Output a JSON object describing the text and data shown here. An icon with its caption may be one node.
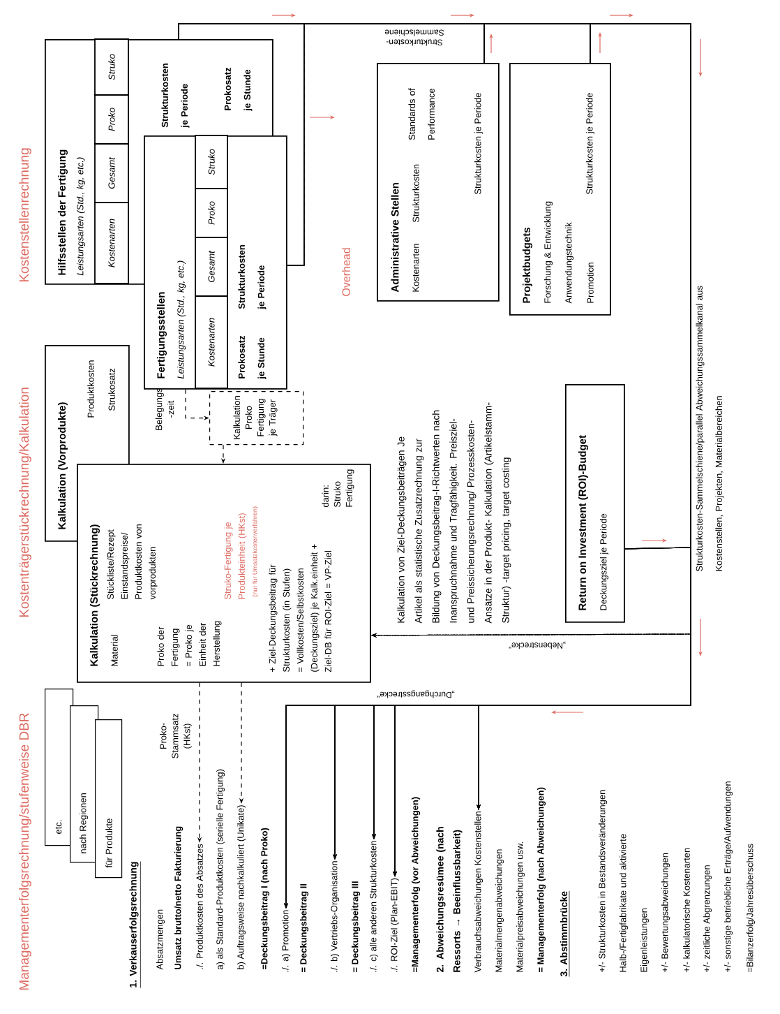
{
  "diagram": {
    "nodes": [
      {
        "text": [
          "Hilfsstellen der Fertigung",
          "Leistungsarten (Std., kg, etc.)",
          "Strukturkosten je Periode",
          "Prokosatz je Stunde"
        ]
      },
      {
        "text": [
          "Kostenarten"
        ],
        "in": 0
      },
      {
        "text": [
          "Gesamt"
        ],
        "in": 0
      },
      {
        "text": [
          "Proko"
        ],
        "in": 0
      },
      {
        "text": [
          "Struko"
        ],
        "in": 0
      },
      {
        "text": [
          "Fertigungsstellen",
          "Leistungsarten (Std., kg, etc.)",
          "Prokosatz je Stunde",
          "Strukturkosten je Periode"
        ]
      },
      {
        "text": [
          "Kostenarten"
        ],
        "in": 5
      },
      {
        "text": [
          "Gesamt"
        ],
        "in": 5
      },
      {
        "text": [
          "Proko"
        ]
      },
      {
        "text": [
          "Struko"
        ]
      },
      {
        "text": [
          "Kalkulation (Vorprodukte)",
          "Produktkosten",
          "Strukosatz"
        ]
      },
      {
        "text": [
          "Kalkulation Proko Fertigung je Träger"
        ]
      },
      {
        "text": [
          "Kalkulation (Stückrechnung)",
          "Material",
          "Stückliste/Rezept Einstandspreise/ Produktkosten von vorprodukten",
          "Proko der Fertigung = Proko je Einheit der Herstellung",
          "Struko-Fertigung je Produkteinheit (HKst)",
          "(nur für Umsatzkostenverfahren)",
          "+ Ziel-Deckungsbeitrag für Strukturkosten (in Stufen) = Vollkosten/Selbstkosten (Deckungsziel) je Kalk.einheit + Ziel-DB für ROI-Ziel = VP-Ziel",
          "darin: Struko Fertigung"
        ]
      },
      {
        "text": [
          "Administrative Stellen",
          "Kostenarten",
          "Strukturkosten",
          "Standards of Performance",
          "Strukturkosten je Periode"
        ]
      },
      {
        "text": [
          "Projektbudgets",
          "Forschung & Entwicklung",
          "Anwendungstechnik",
          "Promotion",
          "Strukturkosten je Periode"
        ]
      },
      {
        "text": [
          "Return on Investment (ROI)-Budget",
          "Deckungsziel je Periode"
        ]
      },
      {
        "text": [
          "etc."
        ]
      },
      {
        "text": [
          "nach Regionen"
        ]
      },
      {
        "text": [
          "für Produkte"
        ]
      },
      {
        "text": [
          "./. Produktkosten des Absatzes"
        ]
      },
      {
        "text": [
          "b) Auftragsweise nachkalkuliert (Unikate)"
        ]
      },
      {
        "text": [
          "./. a) Promotion"
        ]
      },
      {
        "text": [
          "./. b) Vertriebs-Organisation"
        ]
      },
      {
        "text": [
          "./. c) alle anderen Strukturkosten"
        ]
      },
      {
        "text": [
          "./. ROI-Ziel (Plan-EBIT)"
        ]
      },
      {
        "text": [
          "Verbrauchsabweichungen Kostenstellen"
        ]
      }
    ],
    "edges": [
      {
        "from": 5,
        "to": 11,
        "arrow": "to",
        "style": "dashed",
        "label": "Belegungs -zeit"
      },
      {
        "from": 11,
        "to": 12,
        "arrow": "to",
        "style": "dashed"
      },
      {
        "from": 12,
        "to": 19,
        "arrow": "to",
        "style": "dashed",
        "label": "Proko- Stammsatz (HKst)"
      },
      {
        "from": 12,
        "to": 20,
        "arrow": "to",
        "style": "dashed"
      },
      {
        "from": 0,
        "to": 21,
        "arrow": "to",
        "label": "„Durchgangsstrecke“"
      },
      {
        "from": 0,
        "to": 22,
        "arrow": "to"
      },
      {
        "from": 0,
        "to": 23,
        "arrow": "to"
      },
      {
        "from": 0,
        "to": 24,
        "arrow": "to"
      },
      {
        "from": 0,
        "to": 25,
        "arrow": "to"
      },
      {
        "from": 0,
        "to": 12,
        "arrow": "to",
        "style": "dashed",
        "label": "„Nebenstrecke“"
      },
      {
        "from": 5,
        "to": 21,
        "arrow": "to"
      },
      {
        "from": 5,
        "to": 22,
        "arrow": "to"
      },
      {
        "from": 5,
        "to": 23,
        "arrow": "to"
      },
      {
        "from": 5,
        "to": 24,
        "arrow": "to"
      },
      {
        "from": 5,
        "to": 25,
        "arrow": "to"
      },
      {
        "from": 5,
        "to": 12,
        "arrow": "to",
        "style": "dashed"
      },
      {
        "from": 13,
        "to": 21,
        "arrow": "to"
      },
      {
        "from": 13,
        "to": 22,
        "arrow": "to"
      },
      {
        "from": 13,
        "to": 23,
        "arrow": "to"
      },
      {
        "from": 13,
        "to": 24,
        "arrow": "to"
      },
      {
        "from": 13,
        "to": 25,
        "arrow": "to"
      },
      {
        "from": 13,
        "to": 12,
        "arrow": "to",
        "style": "dashed"
      },
      {
        "from": 14,
        "to": 21,
        "arrow": "to"
      },
      {
        "from": 14,
        "to": 22,
        "arrow": "to"
      },
      {
        "from": 14,
        "to": 23,
        "arrow": "to"
      },
      {
        "from": 14,
        "to": 24,
        "arrow": "to"
      },
      {
        "from": 14,
        "to": 25,
        "arrow": "to"
      },
      {
        "from": 14,
        "to": 12,
        "arrow": "to",
        "style": "dashed"
      },
      {
        "from": 15,
        "to": 21,
        "arrow": "to"
      },
      {
        "from": 15,
        "to": 22,
        "arrow": "to"
      },
      {
        "from": 15,
        "to": 23,
        "arrow": "to"
      },
      {
        "from": 15,
        "to": 24,
        "arrow": "to"
      },
      {
        "from": 15,
        "to": 25,
        "arrow": "to"
      },
      {
        "from": 15,
        "to": 12,
        "arrow": "to",
        "style": "dashed"
      }
    ],
    "labels": [
      "Managementerfolgsrechnung/stufenweise DBR",
      "Kostenträgerstückrechnung/Kalkulation",
      "Kostenstellenrechnung",
      "Strukturkosten-Sammelschiene",
      "Overhead",
      "Kalkulation von Ziel-Deckungsbeiträgen Je Artikel als statistische Zusatzrechnung zur Bildung von Deckungsbeitrag-I-Richtwerten nach Inanspruchnahme und Tragfähigkeit. Preisziel- und Preissicherungsrechnung/ Prozesskosten-Ansätze in der Produkt- Kalkulation (Artikelstamm-Struktur) -target pricing, target costing",
      "1. Verkauserfolgsrechnung",
      "Absatzmengen",
      "Umsatz brutto/netto Fakturierung",
      "a) als Standard-Produktkosten (serielle Fertigung)",
      "=Deckungsbeitrag I (nach Proko)",
      "= Deckungsbeitrag II",
      "= Deckungsbeitrag III",
      "=Managementerfolg (vor Abweichungen)",
      "2. Abweichungsresümee (nach Ressorts → Beeinflussbarkeit)",
      "Materialmengenabweichungen",
      "Materialpreisabweichungen usw.",
      "= Managementerfolg (nach Abweichungen)",
      "3. Abstimmbrücke",
      "+/- Strukturkosten in Bestandsveränderungen",
      "Halb-/Fertigfabrikate und aktivierte",
      "Eigenleistungen",
      "+/- Bewertungsabweichungen",
      "+/- kalkulatorische Kostenarten",
      "+/- zeitliche Abgrenzungen",
      "+/- sonstige betriebliche Erträge/Aufwendungen",
      "=Bilanzerfolg/Jahresüberschuss",
      "Strukturkosten-Sammelschiene/parallel Abweichungssammelkanal aus Kostenstellen, Projekten, Materialbereichen"
    ]
  }
}
